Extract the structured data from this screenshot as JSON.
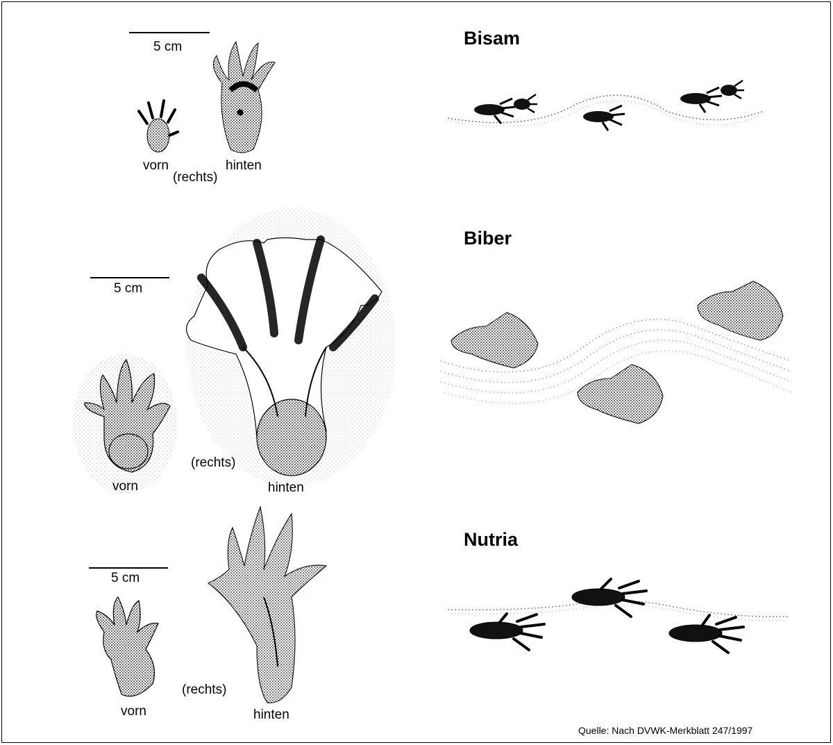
{
  "sources": "Quelle: Nach DVWK-Merkblatt 247/1997",
  "ink_color": "#000000",
  "paper_color": "#ffffff",
  "sections": [
    {
      "title": "Bisam",
      "scale": "5 cm",
      "front": "vorn",
      "side": "(rechts)",
      "hind": "hinten"
    },
    {
      "title": "Biber",
      "scale": "5 cm",
      "front": "vorn",
      "side": "(rechts)",
      "hind": "hinten"
    },
    {
      "title": "Nutria",
      "scale": "5 cm",
      "front": "vorn",
      "side": "(rechts)",
      "hind": "hinten"
    }
  ]
}
